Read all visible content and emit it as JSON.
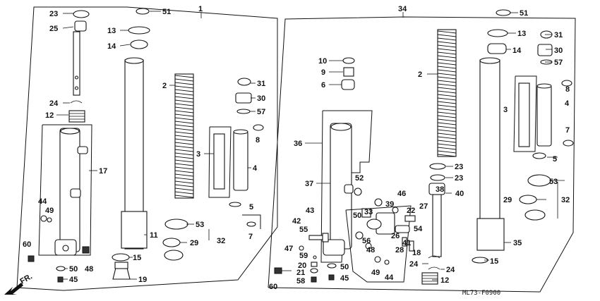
{
  "diagram_code": "ML73-F0900",
  "front_arrow_label": "FR.",
  "assembly_labels": {
    "left": "1",
    "right": "34"
  },
  "left_assembly": {
    "labels": [
      "23",
      "25",
      "13",
      "14",
      "2",
      "24",
      "12",
      "17",
      "3",
      "4",
      "31",
      "30",
      "57",
      "8",
      "5",
      "7",
      "44",
      "49",
      "11",
      "53",
      "32",
      "29",
      "60",
      "15",
      "50",
      "48",
      "45",
      "19",
      "51"
    ]
  },
  "right_assembly": {
    "labels": [
      "51",
      "13",
      "14",
      "31",
      "30",
      "57",
      "10",
      "9",
      "6",
      "2",
      "8",
      "3",
      "4",
      "7",
      "5",
      "36",
      "52",
      "23",
      "23",
      "37",
      "38",
      "40",
      "53",
      "29",
      "32",
      "46",
      "39",
      "22",
      "27",
      "43",
      "33",
      "42",
      "55",
      "50",
      "56",
      "54",
      "26",
      "41",
      "47",
      "48",
      "28",
      "18",
      "59",
      "20",
      "21",
      "58",
      "60",
      "49",
      "44",
      "24",
      "24",
      "12",
      "35",
      "15",
      "50",
      "45"
    ]
  },
  "icons": [
    "arrow-front-icon"
  ]
}
